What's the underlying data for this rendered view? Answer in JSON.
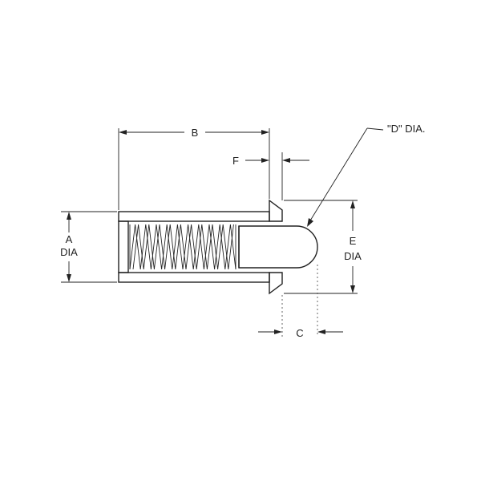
{
  "diagram": {
    "labels": {
      "b": "B",
      "f": "F",
      "d_dia": "\"D\"  DIA.",
      "a": "A",
      "a_dia": "DIA",
      "e": "E",
      "e_dia": "DIA",
      "c": "C"
    },
    "colors": {
      "line": "#222222",
      "background": "#ffffff"
    }
  }
}
